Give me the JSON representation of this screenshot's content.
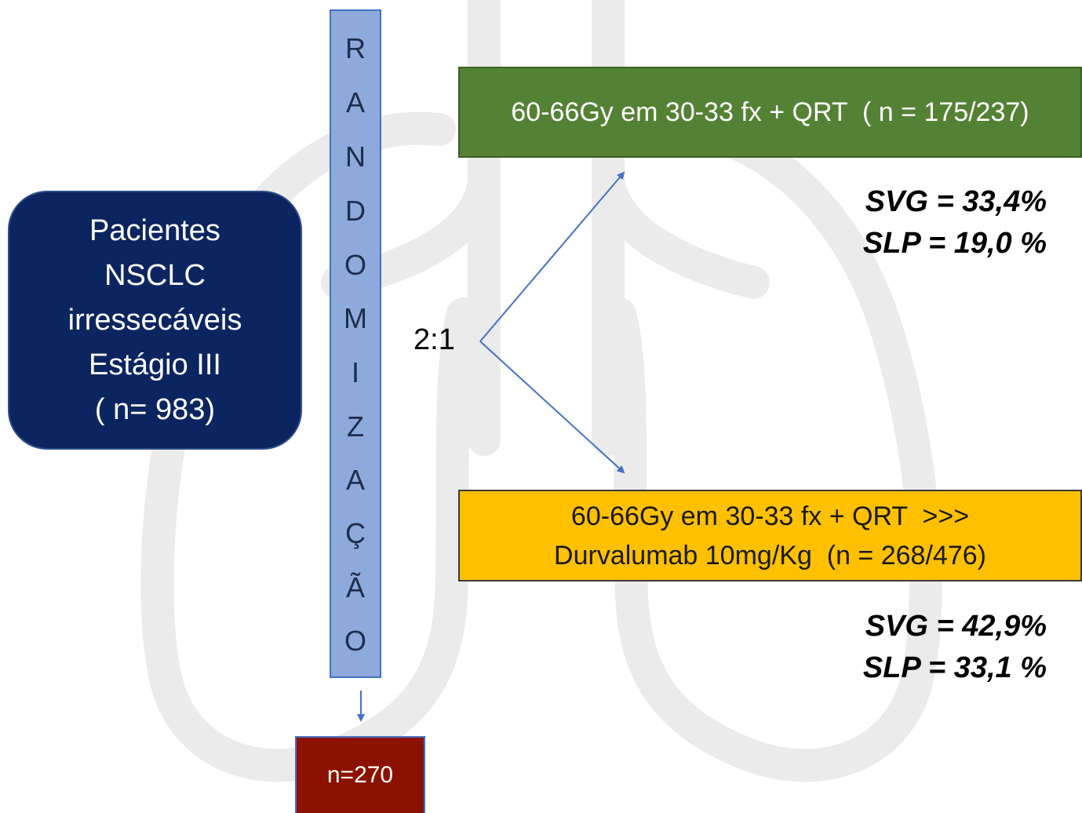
{
  "patients": {
    "lines": [
      "Pacientes",
      "NSCLC",
      "irressecáveis",
      "Estágio III",
      "( n= 983)"
    ]
  },
  "randomization": {
    "letters": [
      "R",
      "A",
      "N",
      "D",
      "O",
      "M",
      "I",
      "Z",
      "A",
      "Ç",
      "Ã",
      "O"
    ]
  },
  "ratio_label": "2:1",
  "arm_control": {
    "label": "60-66Gy em 30-33 fx + QRT  ( n = 175/237)",
    "svg": "SVG = 33,4%",
    "slp": "SLP = 19,0 %"
  },
  "arm_durvalumab": {
    "line1": "60-66Gy em 30-33 fx + QRT  >>>",
    "line2": "Durvalumab 10mg/Kg  (n = 268/476)",
    "svg": "SVG = 42,9%",
    "slp": "SLP = 33,1 %"
  },
  "subgroup": {
    "label": "n=270"
  },
  "colors": {
    "patients_box": "#0b2560",
    "randomization_bar": "#8ea9db",
    "arm_control": "#548235",
    "arm_durvalumab": "#ffc000",
    "subgroup_box": "#8b1200",
    "arrows": "#4472c4",
    "background_lungs": "#e6e6e6"
  }
}
